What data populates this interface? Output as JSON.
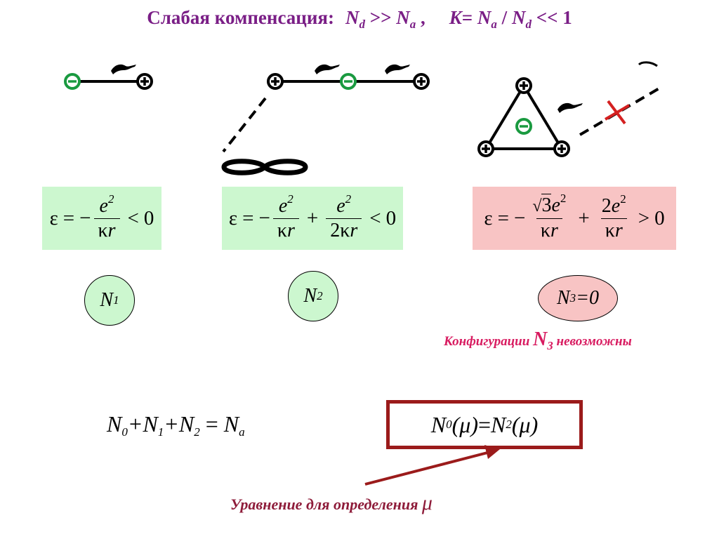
{
  "title": {
    "lead": "Слабая компенсация:",
    "cond1": {
      "a": "N",
      "a_sub": "d",
      "op": " >> ",
      "b": "N",
      "b_sub": "a",
      "tail": " ,"
    },
    "cond2": {
      "k": "K",
      "eq": "= ",
      "a": "N",
      "a_sub": "a",
      "sl": " / ",
      "b": "N",
      "b_sub": "d",
      "tail": " << 1"
    }
  },
  "formula1": {
    "eps": "ε",
    "eq": "=",
    "minus": "−",
    "num": "e",
    "num_sup": "2",
    "den_k": "κ",
    "den_r": "r",
    "rel": "<",
    "rhs": "0"
  },
  "formula2": {
    "eps": "ε",
    "eq": "=",
    "minus": "−",
    "num1": "e",
    "num1_sup": "2",
    "den1_k": "κ",
    "den1_r": "r",
    "plus": "+",
    "num2": "e",
    "num2_sup": "2",
    "den2_pre": "2",
    "den2_k": "κ",
    "den2_r": "r",
    "rel": "<",
    "rhs": "0"
  },
  "formula3": {
    "eps": "ε",
    "eq": "=",
    "minus": "−",
    "sqrt_arg": "3",
    "num1": "e",
    "num1_sup": "2",
    "den1_k": "κ",
    "den1_r": "r",
    "plus": "+",
    "num2_pre": "2",
    "num2": "e",
    "num2_sup": "2",
    "den2_k": "κ",
    "den2_r": "r",
    "rel": ">",
    "rhs": "0"
  },
  "circles": [
    {
      "n": "N",
      "sub": "1",
      "tail": ""
    },
    {
      "n": "N",
      "sub": "2",
      "tail": ""
    },
    {
      "n": "N",
      "sub": "3",
      "tail": "=0"
    }
  ],
  "note": {
    "text": "Конфигурации ",
    "n": "N",
    "sub": "3",
    "tail": " невозможны"
  },
  "sum_eq": {
    "t0": "N",
    "s0": "0",
    "t1": "+N",
    "s1": "1",
    "t2": "+N",
    "s2": "2",
    "eq": " = ",
    "t3": "N",
    "s3": "a"
  },
  "box_eq": {
    "t0": "N",
    "s0": "0",
    "arg0": " (μ)",
    "eq": " = ",
    "t1": "N",
    "s1": "2",
    "arg1": " (μ)"
  },
  "caption": {
    "text": "Уравнение для определения ",
    "mu": "μ"
  },
  "colors": {
    "title": "#7a1e86",
    "minus_sign": "#1a9a40",
    "green_box": "#ccf7cf",
    "pink_box": "#f8c4c4",
    "note": "#d81b60",
    "eq_border": "#9b1b1b",
    "cross": "#d42020",
    "caption": "#8e1c3a"
  }
}
